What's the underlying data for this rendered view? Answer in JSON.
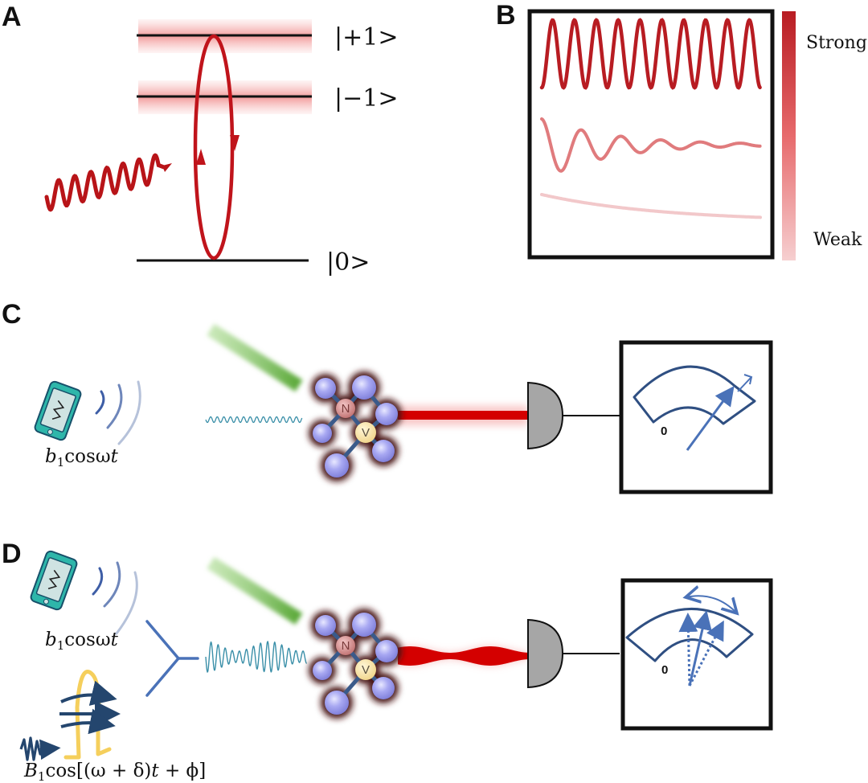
{
  "panels": {
    "A": {
      "label": "A",
      "levels": [
        {
          "name": "plus-one",
          "ket": "|+1>"
        },
        {
          "name": "minus-one",
          "ket": "|−1>"
        },
        {
          "name": "zero",
          "ket": "|0>"
        }
      ]
    },
    "B": {
      "label": "B",
      "scale": {
        "top": "Strong",
        "bottom": "Weak"
      },
      "traces": [
        {
          "name": "strong-oscillation",
          "description": "sustained oscillation"
        },
        {
          "name": "medium-damped",
          "description": "damped oscillation"
        },
        {
          "name": "weak-decay",
          "description": "monotonic decay"
        }
      ]
    },
    "C": {
      "label": "C",
      "source_label": {
        "var": "b",
        "sub": "1",
        "rest": "cosω",
        "t": "t"
      },
      "meter_zero": "0",
      "atoms": {
        "n": "N",
        "v": "V"
      }
    },
    "D": {
      "label": "D",
      "source_label": {
        "var": "b",
        "sub": "1",
        "rest": "cosω",
        "t": "t"
      },
      "reference_label": {
        "var": "B",
        "sub": "1",
        "rest1": "cos[(ω + δ)",
        "t": "t",
        "rest2": " + ϕ]"
      },
      "meter_zero": "0",
      "atoms": {
        "n": "N",
        "v": "V"
      }
    }
  },
  "colors": {
    "red_dark": "#b01c22",
    "red_mid": "#e07a7c",
    "red_light": "#f2c4c6",
    "laser_green": "#7cc05a",
    "laser_red": "#d40000",
    "atom_purple": "#a6a6f0",
    "atom_n": "#d89090",
    "atom_v": "#f8e4a0",
    "meter_blue": "#2f4f82",
    "needle_blue": "#4a72b8",
    "phone_teal": "#2eb6aa",
    "coil_yellow": "#f5cf5c",
    "wave_teal": "#3a8fa8"
  }
}
